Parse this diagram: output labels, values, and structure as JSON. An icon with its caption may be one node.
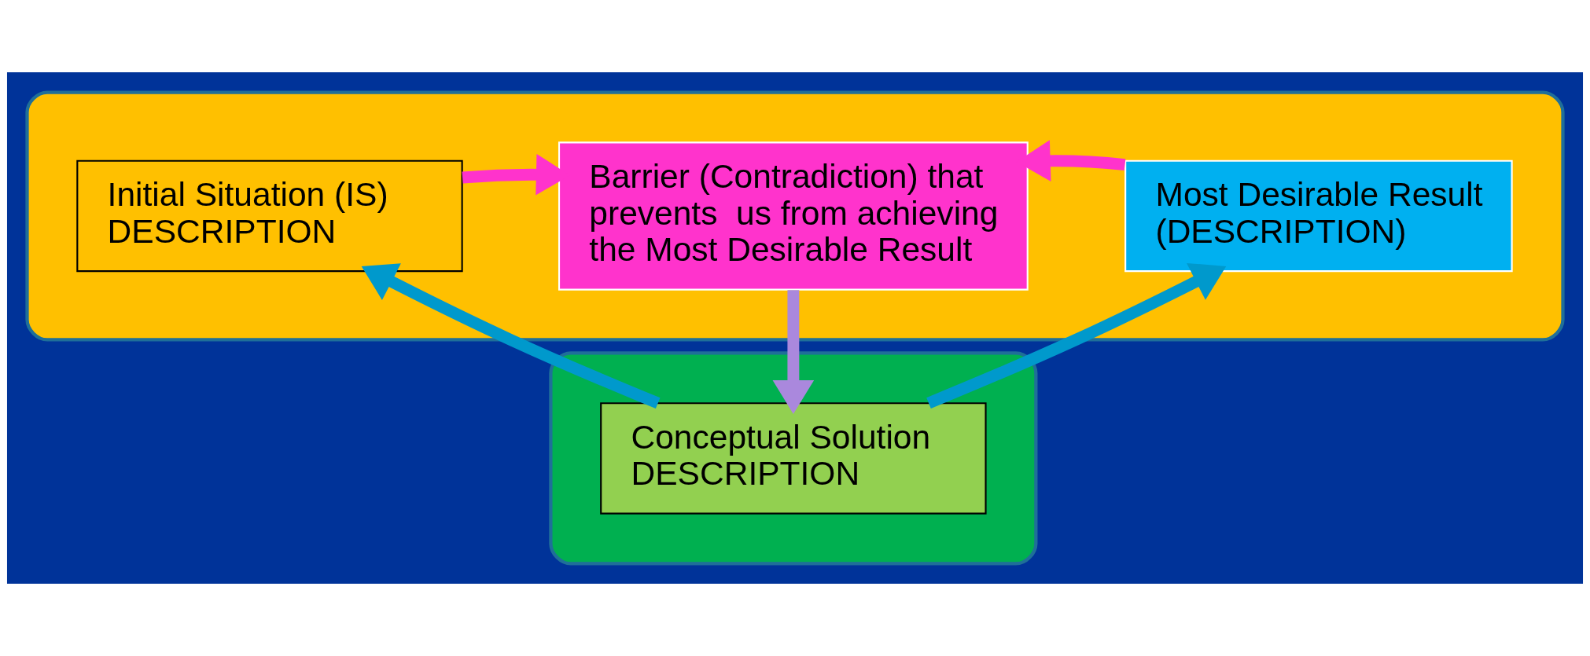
{
  "diagram": {
    "nodes": [
      {
        "text": [],
        "shape": "ellipse"
      },
      {
        "text": [
          "Initial Situation (IS) DESCRIPTION"
        ],
        "in": 0
      },
      {
        "text": [
          "Barrier (Contradiction) that prevents  us from achieving the Most Desirable Result"
        ],
        "in": 0
      },
      {
        "text": [
          "Most Desirable Result (DESCRIPTION)"
        ],
        "in": 0
      },
      {
        "text": [],
        "shape": "ellipse"
      },
      {
        "text": [
          "Conceptual Solution DESCRIPTION"
        ],
        "in": 4
      }
    ],
    "edges": [
      {
        "from": 1,
        "to": 2,
        "arrow": "to",
        "color": "#ff33cc"
      },
      {
        "from": 3,
        "to": 2,
        "arrow": "to",
        "color": "#ff33cc"
      },
      {
        "from": 2,
        "to": 5,
        "arrow": "to",
        "color": "#aa88dd"
      },
      {
        "from": 5,
        "to": 1,
        "arrow": "to",
        "color": "#0099cc"
      },
      {
        "from": 5,
        "to": 3,
        "arrow": "to",
        "color": "#0099cc"
      }
    ]
  }
}
